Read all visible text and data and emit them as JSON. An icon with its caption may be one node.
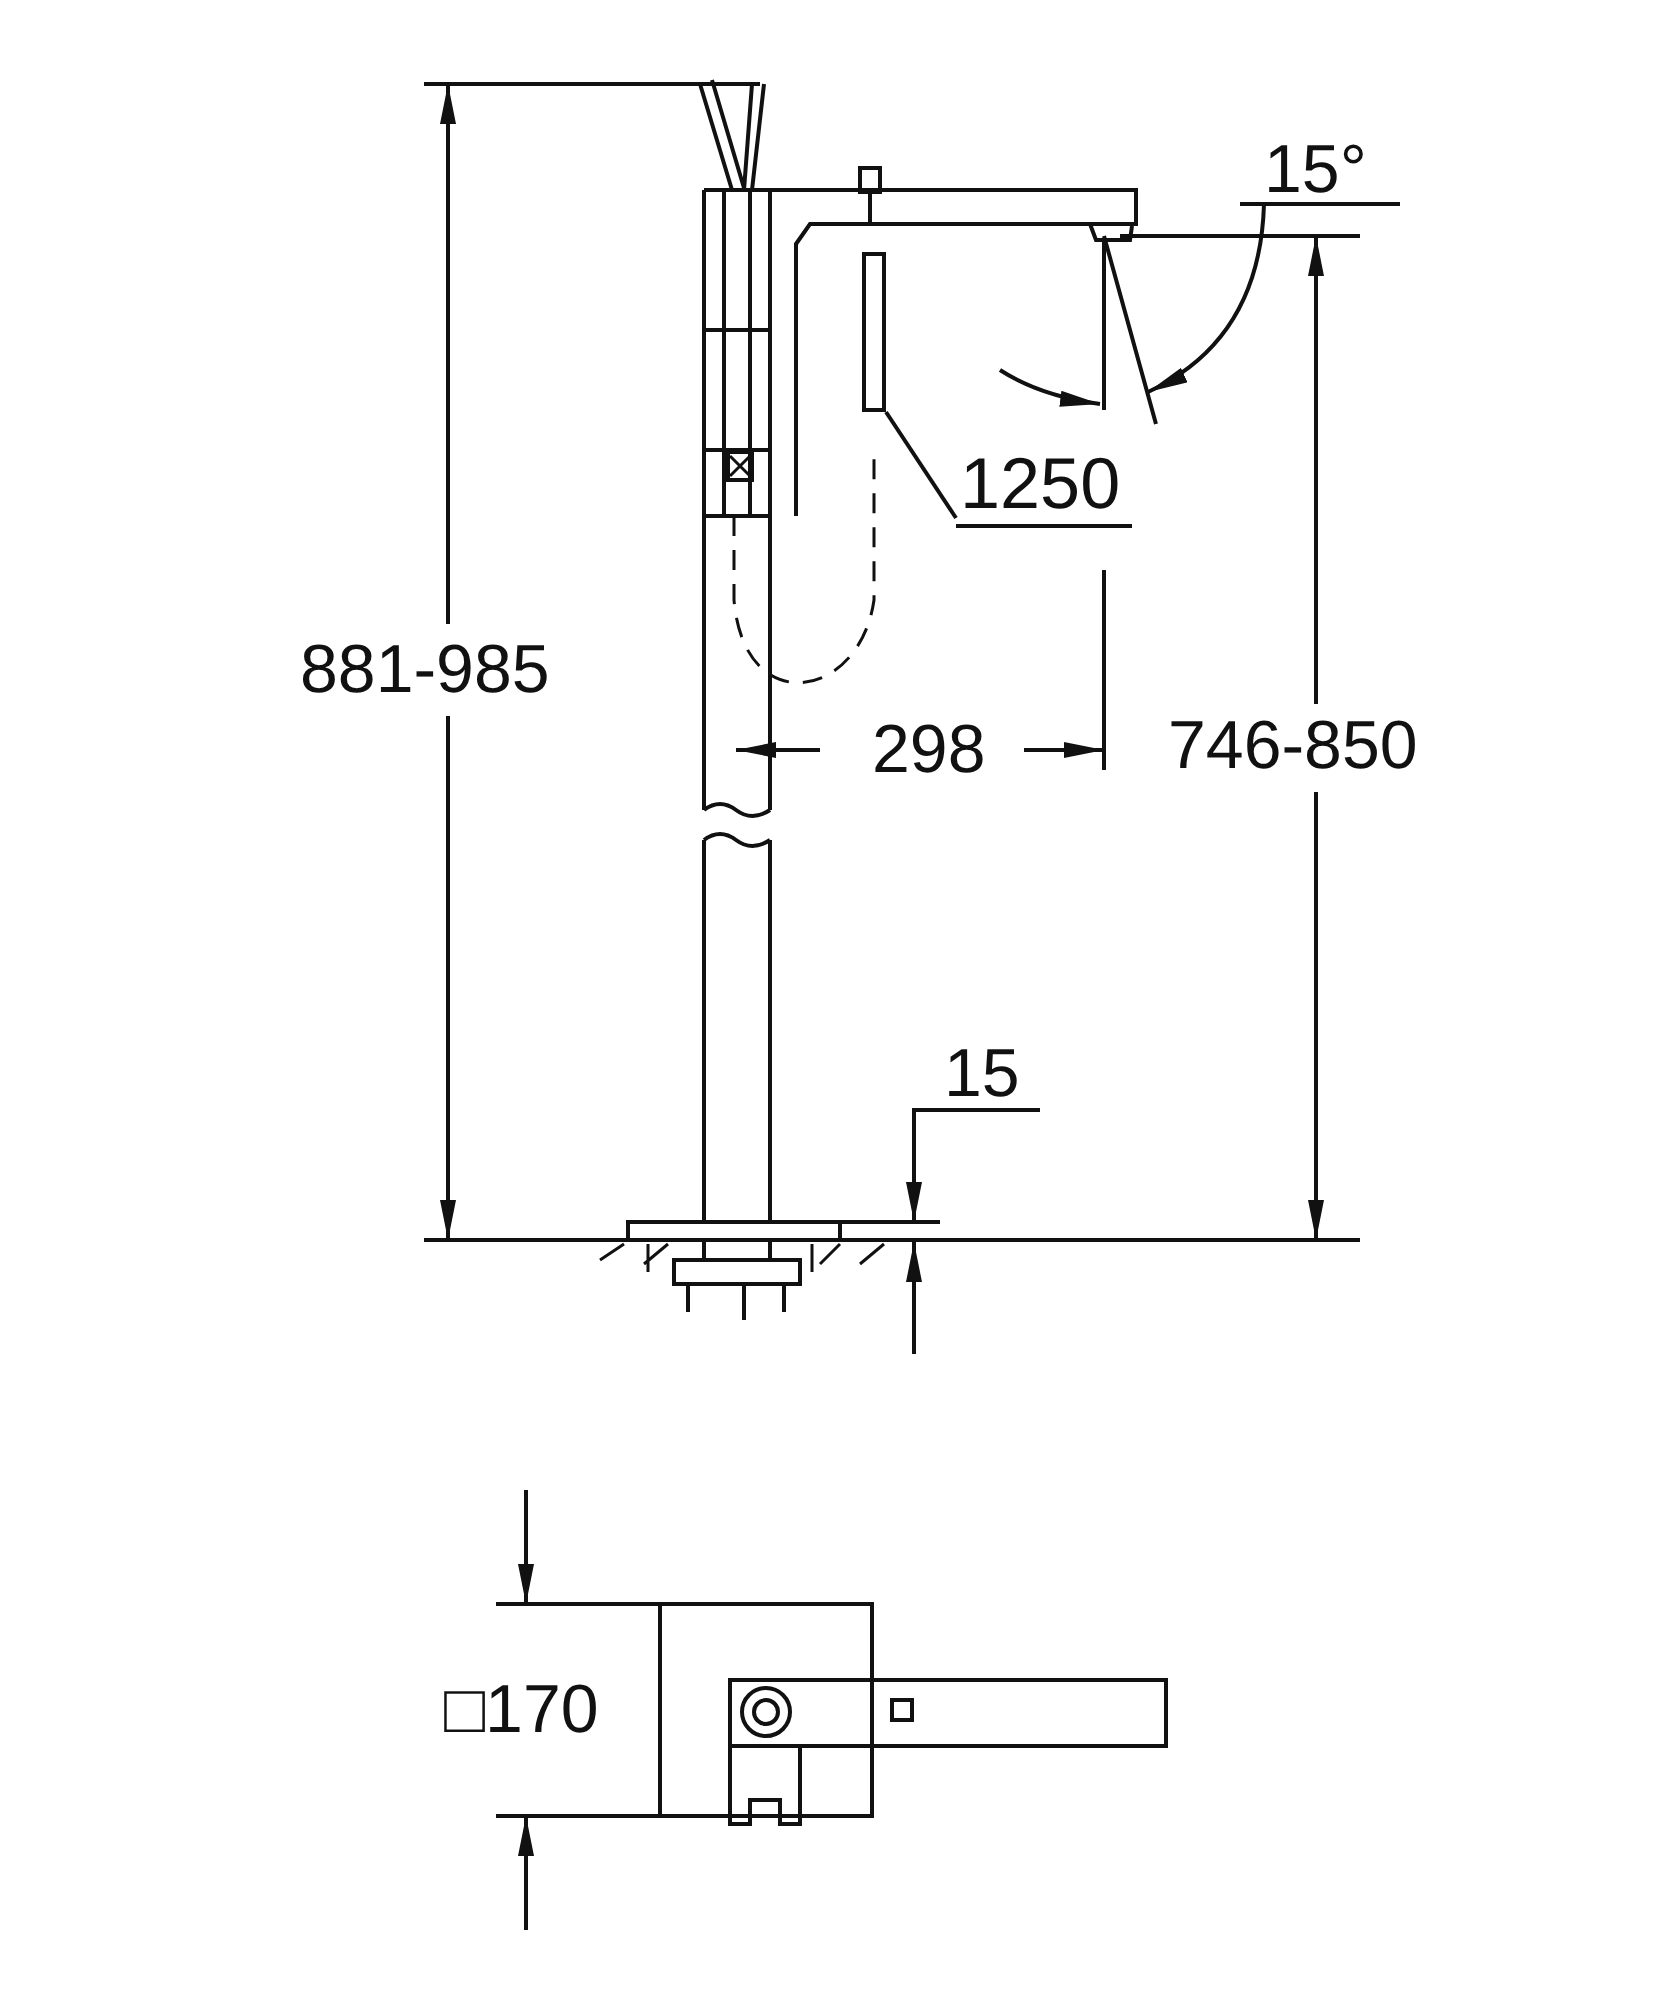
{
  "diagram": {
    "nodes": [
      {
        "text": [
          "1250"
        ]
      },
      {
        "text": [],
        "shape": "box"
      }
    ],
    "edges": [
      {
        "from": 0,
        "to": 1,
        "arrow": "none"
      }
    ],
    "labels": [
      "15°",
      "881-985",
      "298",
      "746-850",
      "15",
      "□170"
    ]
  }
}
